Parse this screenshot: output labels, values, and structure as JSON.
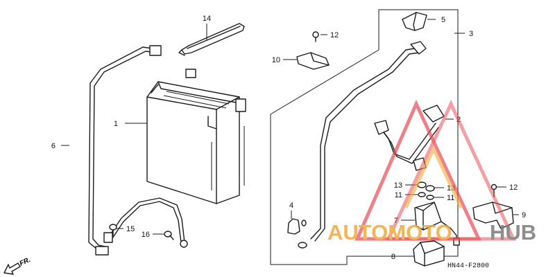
{
  "diagram_code": "HN44-F2800",
  "direction_label": "FR.",
  "watermark": {
    "text_part1": "AUTOMOTO",
    "text_part2": "HUB",
    "colors": {
      "orange": "#f2a93b",
      "red": "#e8454f",
      "gray": "#7a7a7a"
    }
  },
  "callouts": {
    "c1": "1",
    "c2": "2",
    "c3": "3",
    "c4": "4",
    "c5": "5",
    "c6": "6",
    "c7": "7",
    "c8": "8",
    "c9": "9",
    "c10": "10",
    "c11a": "11",
    "c11b": "11",
    "c12a": "12",
    "c12b": "12",
    "c13a": "13",
    "c13b": "13",
    "c14": "14",
    "c15": "15",
    "c16": "16"
  }
}
